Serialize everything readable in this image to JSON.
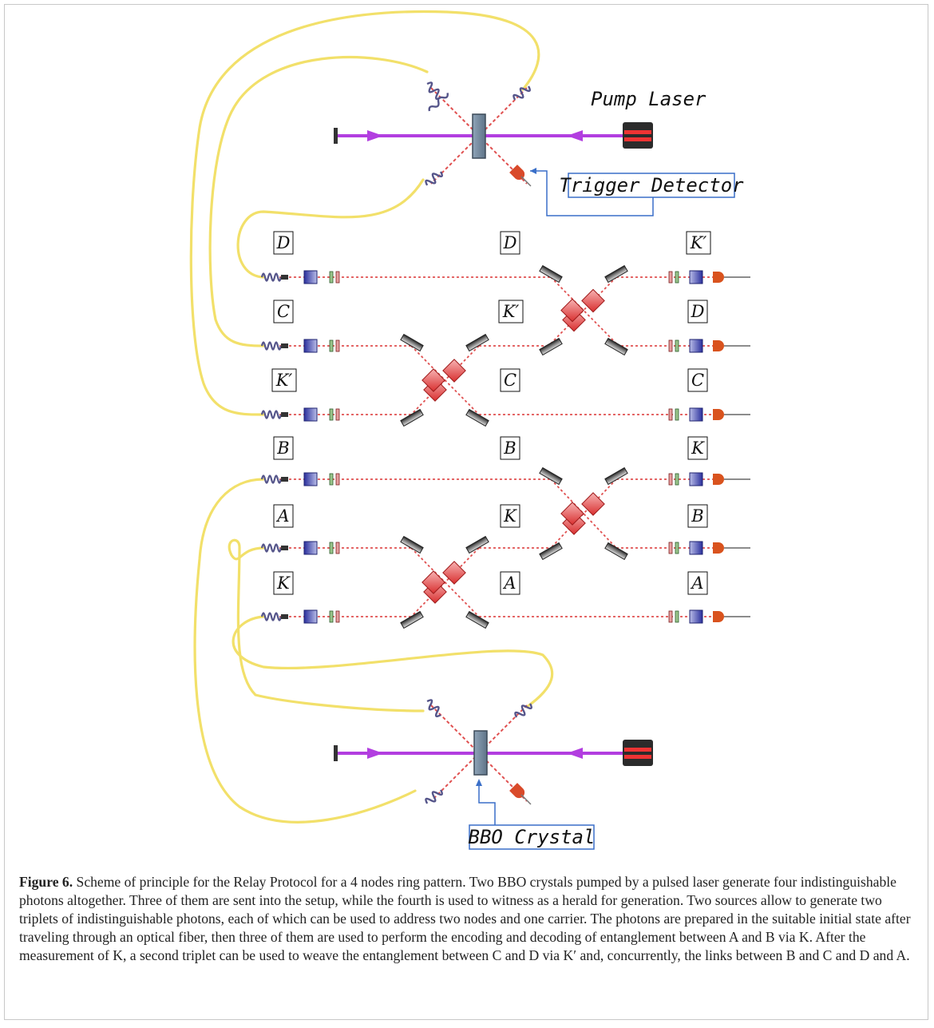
{
  "labels": {
    "pump_laser": "Pump Laser",
    "trigger_detector": "Trigger Detector",
    "bbo_crystal": "BBO Crystal"
  },
  "rows": [
    {
      "left": "D",
      "mid": "D",
      "right": "K′"
    },
    {
      "left": "C",
      "mid": "K′",
      "right": "D"
    },
    {
      "left": "K′",
      "mid": "C",
      "right": "C"
    },
    {
      "left": "B",
      "mid": "B",
      "right": "K"
    },
    {
      "left": "A",
      "mid": "K",
      "right": "B"
    },
    {
      "left": "K",
      "mid": "A",
      "right": "A"
    }
  ],
  "caption": {
    "label": "Figure 6.",
    "text": "Scheme of principle for the Relay Protocol for a 4 nodes ring pattern. Two BBO crystals pumped by a pulsed laser generate four indistinguishable photons altogether. Three of them are sent into the setup, while the fourth is used to witness as a herald for generation. Two sources allow to generate two triplets of indistinguishable photons, each of which can be used to address two nodes and one carrier. The photons are prepared in the suitable initial state after traveling through an optical fiber, then three of them are used to perform the encoding and decoding of entanglement between A and B via K. After the measurement of K, a second triplet can be used to weave the entanglement between C and D via K′ and, concurrently, the links between B and C and D and A."
  },
  "colors": {
    "fiber": "#f2e06a",
    "pump": "#b23ee0",
    "beam": "#e05050",
    "callout": "#3a6fc8"
  }
}
